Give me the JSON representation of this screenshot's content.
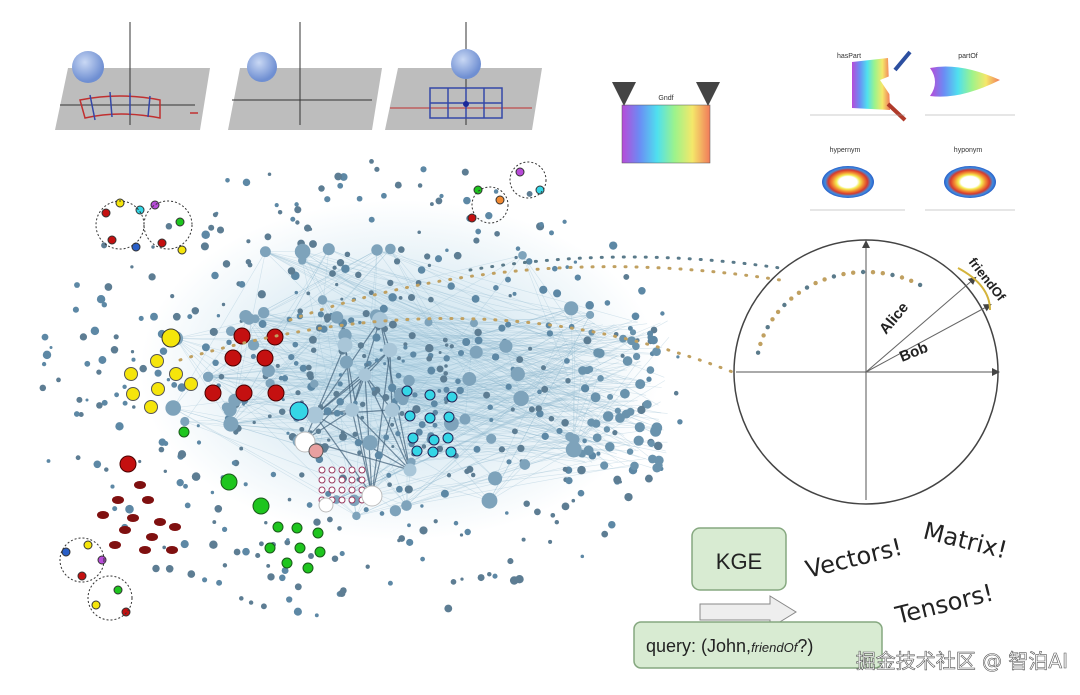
{
  "panels_3d": {
    "count": 3
  },
  "gradient_plot": {
    "title": "Gndf"
  },
  "relation_grid": {
    "titles": [
      "hasPart",
      "partOf",
      "hypernym",
      "hyponym"
    ]
  },
  "circle_diagram": {
    "entity_a": "Alice",
    "entity_b": "Bob",
    "relation": "friendOf"
  },
  "kge_box": {
    "label": "KGE"
  },
  "query_box": {
    "prefix": "query: (John,",
    "relation": "friendOf",
    "suffix": "?)"
  },
  "floating_words": {
    "vectors": "Vectors!",
    "matrix": "Matrix!",
    "tensors": "Tensors!"
  },
  "watermark": {
    "text": "掘金技术社区 @ 智泊AI"
  },
  "colors": {
    "node_blue": "#5d88a5",
    "edge_blue": "#9cc3da",
    "red": "#c41010",
    "yellow": "#f5e50b",
    "green": "#1ec51e",
    "cyan": "#34d6e6",
    "darkred": "#7f1010",
    "kge_fill": "#d8ebd2",
    "kge_border": "#86a880"
  }
}
